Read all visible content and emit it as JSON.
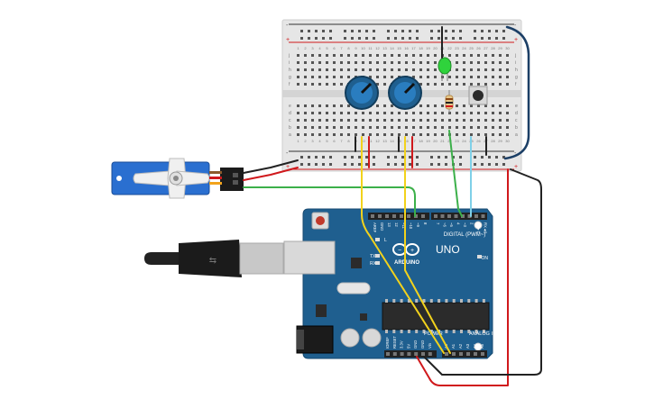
{
  "arduino": {
    "brand": "ARDUINO",
    "model": "UNO",
    "digital_label": "DIGITAL (PWM~)",
    "analog_label": "ANALOG IN",
    "power_label": "POWER",
    "on_label": "ON",
    "tx_label": "TX",
    "rx_label": "RX",
    "l_label": "L",
    "digital_pins": [
      "AREF",
      "GND",
      "13",
      "12",
      "~11",
      "~10",
      "~9",
      "8",
      "7",
      "~6",
      "~5",
      "4",
      "~3",
      "2",
      "TX►1",
      "RX◄0"
    ],
    "power_pins": [
      "IOREF",
      "RESET",
      "3.3V",
      "5V",
      "GND",
      "GND",
      "Vin"
    ],
    "analog_pins": [
      "A0",
      "A1",
      "A2",
      "A3",
      "A4",
      "A5"
    ]
  },
  "breadboard": {
    "column_numbers": [
      "1",
      "2",
      "3",
      "4",
      "5",
      "6",
      "7",
      "8",
      "9",
      "10",
      "11",
      "12",
      "13",
      "14",
      "15",
      "16",
      "17",
      "18",
      "19",
      "20",
      "21",
      "22",
      "23",
      "24",
      "25",
      "26",
      "27",
      "28",
      "29",
      "30"
    ],
    "row_letters_top": [
      "j",
      "i",
      "h",
      "g",
      "f"
    ],
    "row_letters_bottom": [
      "e",
      "d",
      "c",
      "b",
      "a"
    ],
    "rail_plus": "+",
    "rail_minus": "-"
  },
  "colors": {
    "board_blue": "#1f5f8f",
    "breadboard": "#e7e7e7",
    "wire_red": "#d0191c",
    "wire_black": "#222222",
    "wire_yellow": "#f2d21c",
    "wire_green": "#3cb04a",
    "wire_cyan": "#7fd0e8",
    "wire_navy": "#1c3f66",
    "led_green": "#2fd33c",
    "servo_blue": "#2a6fd0"
  }
}
